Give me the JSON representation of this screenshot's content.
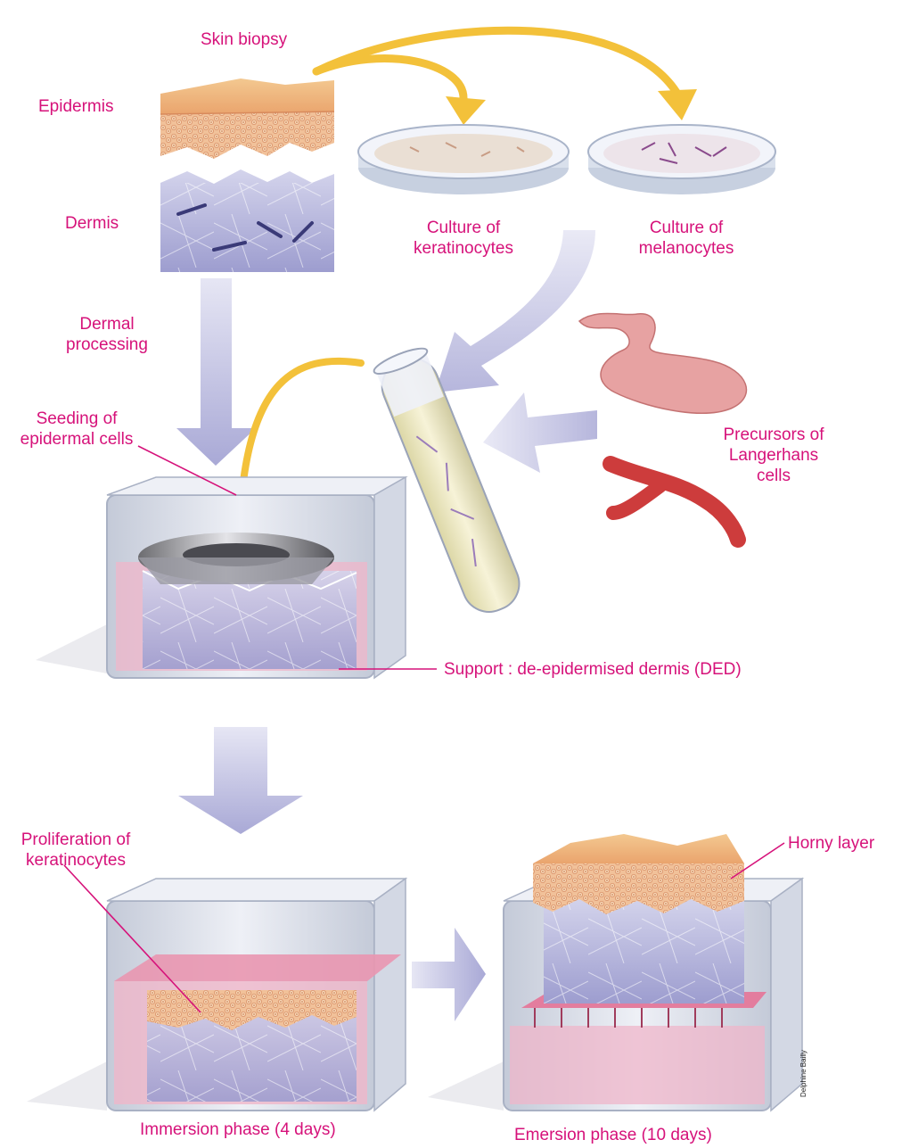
{
  "labels": {
    "skin_biopsy": "Skin biopsy",
    "epidermis": "Epidermis",
    "dermis": "Dermis",
    "culture_keratinocytes_1": "Culture of",
    "culture_keratinocytes_2": "keratinocytes",
    "culture_melanocytes_1": "Culture of",
    "culture_melanocytes_2": "melanocytes",
    "dermal_processing_1": "Dermal",
    "dermal_processing_2": "processing",
    "seeding_1": "Seeding of",
    "seeding_2": "epidermal cells",
    "precursors_1": "Precursors of",
    "precursors_2": "Langerhans",
    "precursors_3": "cells",
    "support": "Support : de-epidermised dermis (DED)",
    "proliferation_1": "Proliferation of",
    "proliferation_2": "keratinocytes",
    "horny_layer": "Horny layer",
    "immersion": "Immersion phase (4 days)",
    "emersion": "Emersion phase (10 days)"
  },
  "credit": "Delphine Bailly",
  "colors": {
    "label": "#d6127a",
    "arrow_lavender": "#b9b9dd",
    "arrow_yellow": "#f3c13a",
    "dermis": "#b3b3d9",
    "epidermis": "#efa37a",
    "medium_pink": "#eeaec4",
    "container": "#dfe3ec"
  }
}
